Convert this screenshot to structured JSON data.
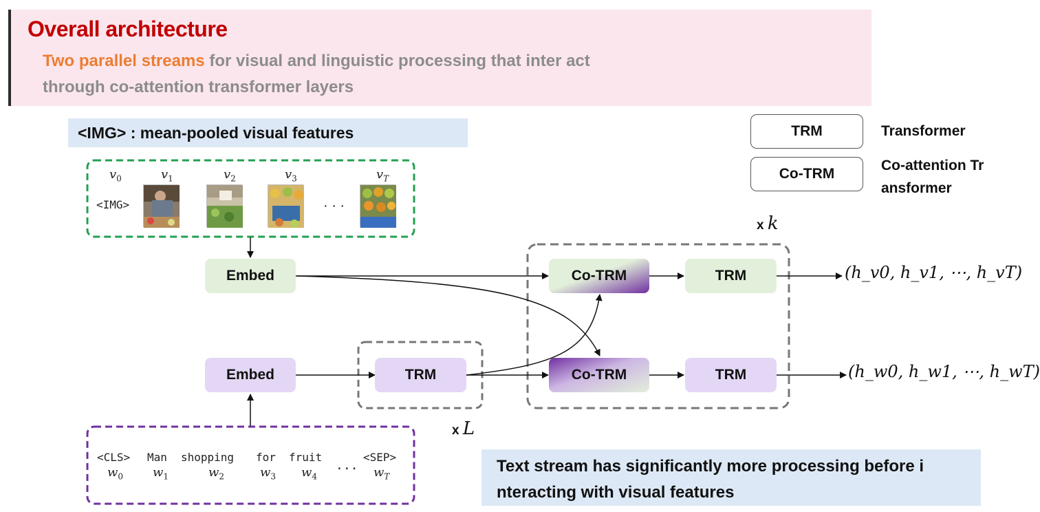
{
  "header": {
    "title": "Overall architecture",
    "subtitle_highlight": "Two parallel streams",
    "subtitle_rest": " for visual and linguistic processing that inter act through co-attention transformer layers"
  },
  "img_note": "<IMG> : mean-pooled visual features",
  "legend": {
    "trm_label": "TRM",
    "trm_desc": "Transformer",
    "cotrm_label": "Co-TRM",
    "cotrm_desc_line1": "Co-attention Tr",
    "cotrm_desc_line2": "ansformer"
  },
  "visual_input": {
    "token_labels": [
      "v",
      "v",
      "v",
      "v",
      "v"
    ],
    "subscripts": [
      "0",
      "1",
      "2",
      "3",
      "T"
    ],
    "img_token": "<IMG>",
    "ellipsis": "· · ·"
  },
  "text_input": {
    "tokens": [
      "<CLS>",
      "Man",
      "shopping",
      "for",
      "fruit",
      "...",
      "<SEP>"
    ],
    "word_labels": [
      "w",
      "w",
      "w",
      "w",
      "w",
      "w"
    ],
    "subscripts": [
      "0",
      "1",
      "2",
      "3",
      "4",
      "T"
    ]
  },
  "blocks": {
    "embed_v": "Embed",
    "embed_w": "Embed",
    "trm_w_pre": "TRM",
    "cotrm_v": "Co-TRM",
    "trm_v": "TRM",
    "cotrm_w": "Co-TRM",
    "trm_w": "TRM"
  },
  "repeat": {
    "k_prefix": "x",
    "k_var": "k",
    "l_prefix": "x",
    "l_var": "L"
  },
  "outputs": {
    "visual": "(h_v0, h_v1, ⋯, h_vT)",
    "text": "(h_w0, h_w1, ⋯, h_wT)"
  },
  "bottom_note": "Text stream has significantly more processing before i nteracting with visual features",
  "colors": {
    "title": "#c00000",
    "highlight": "#ed7d31",
    "visual_stream": "#e2efda",
    "text_stream": "#e4d7f5",
    "visual_border": "#22a050",
    "text_border": "#7030a0"
  }
}
